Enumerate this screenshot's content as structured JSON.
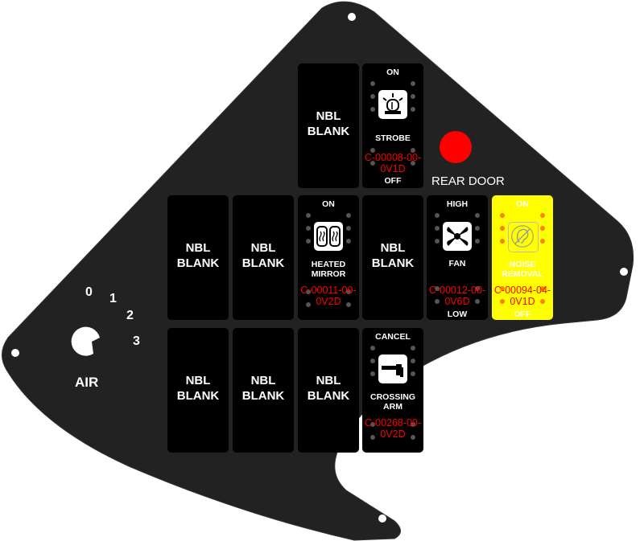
{
  "panel": {
    "air_label": "AIR",
    "air_positions": [
      "0",
      "1",
      "2",
      "3"
    ],
    "rear_door_label": "REAR DOOR",
    "rear_door_color": "#ff0000",
    "panel_color": "#222222"
  },
  "switches": {
    "r1c1": {
      "text": "NBL\nBLANK"
    },
    "strobe": {
      "top": "ON",
      "label": "STROBE",
      "bottom": "OFF",
      "part": "C-00008-00-\n0V1D",
      "icon": "strobe-beacon-icon"
    },
    "r2c1": {
      "text": "NBL\nBLANK"
    },
    "r2c2": {
      "text": "NBL\nBLANK"
    },
    "heated_mirror": {
      "top": "ON",
      "label": "HEATED\nMIRROR",
      "part": "C-00011-00-\n0V2D",
      "icon": "heated-mirror-icon"
    },
    "r2c4": {
      "text": "NBL\nBLANK"
    },
    "fan": {
      "top": "HIGH",
      "label": "FAN",
      "bottom": "LOW",
      "part": "C-00012-00-\n0V6D",
      "icon": "fan-icon"
    },
    "noise_removal": {
      "top": "ON",
      "label": "NOISE\nREMOVAL",
      "bottom": "OFF",
      "part": "C-00094-04-\n0V1D",
      "icon": "ear-icon",
      "color": "#ffff00"
    },
    "r3c1": {
      "text": "NBL\nBLANK"
    },
    "r3c2": {
      "text": "NBL\nBLANK"
    },
    "r3c3": {
      "text": "NBL\nBLANK"
    },
    "crossing_arm": {
      "top": "CANCEL",
      "label": "CROSSING\nARM",
      "part": "C-00268-00-\n0V2D",
      "icon": "crossing-arm-icon"
    }
  }
}
